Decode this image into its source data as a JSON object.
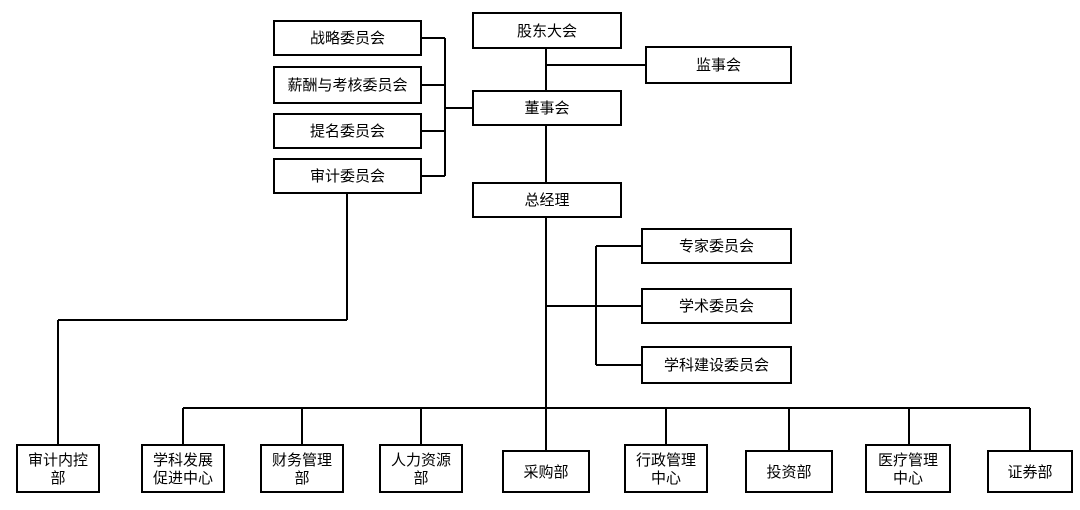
{
  "nodes": {
    "shareholders": "股东大会",
    "supervisory": "监事会",
    "board": "董事会",
    "strategy": "战略委员会",
    "compensation": "薪酬与考核委员会",
    "nomination": "提名委员会",
    "audit_committee": "审计委员会",
    "gm": "总经理",
    "expert": "专家委员会",
    "academic": "学术委员会",
    "discipline": "学科建设委员会"
  },
  "departments": [
    "审计内控\n部",
    "学科发展\n促进中心",
    "财务管理\n部",
    "人力资源\n部",
    "采购部",
    "行政管理\n中心",
    "投资部",
    "医疗管理\n中心",
    "证券部"
  ],
  "colors": {
    "line": "#000000",
    "box_border": "#000000",
    "background": "#ffffff"
  }
}
